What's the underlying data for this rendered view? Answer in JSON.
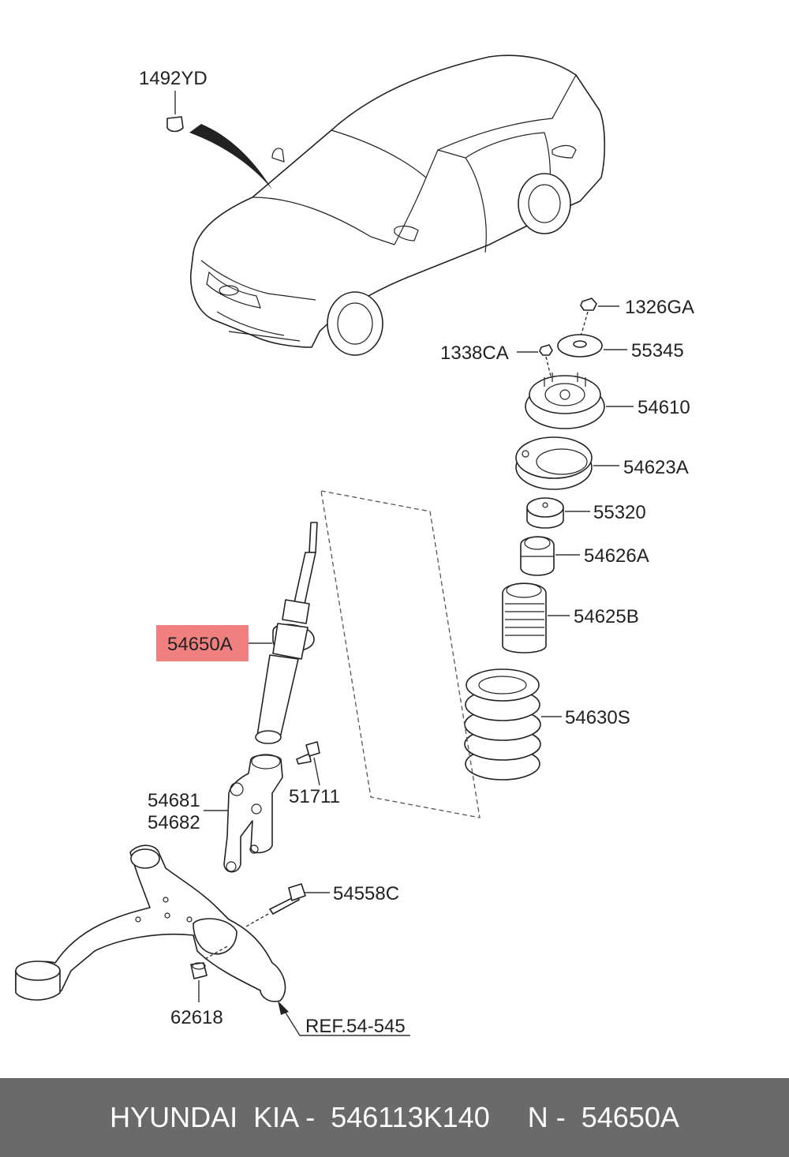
{
  "labels": {
    "p1492YD": "1492YD",
    "p1326GA": "1326GA",
    "p1338CA": "1338CA",
    "p55345": "55345",
    "p54610": "54610",
    "p54623A": "54623A",
    "p55320": "55320",
    "p54626A": "54626A",
    "p54625B": "54625B",
    "p54630S": "54630S",
    "p54650A": "54650A",
    "p51711": "51711",
    "p54681": "54681",
    "p54682": "54682",
    "p54558C": "54558C",
    "p62618": "62618",
    "ref": "REF.54-545"
  },
  "highlight": {
    "part": "54650A",
    "color": "#f08080"
  },
  "footer": {
    "brand": "HYUNDAI",
    "brand2": "KIA -",
    "part_number": "546113K140",
    "n_label": "N -",
    "n_value": "54650A",
    "background": "#6a6a6a"
  }
}
